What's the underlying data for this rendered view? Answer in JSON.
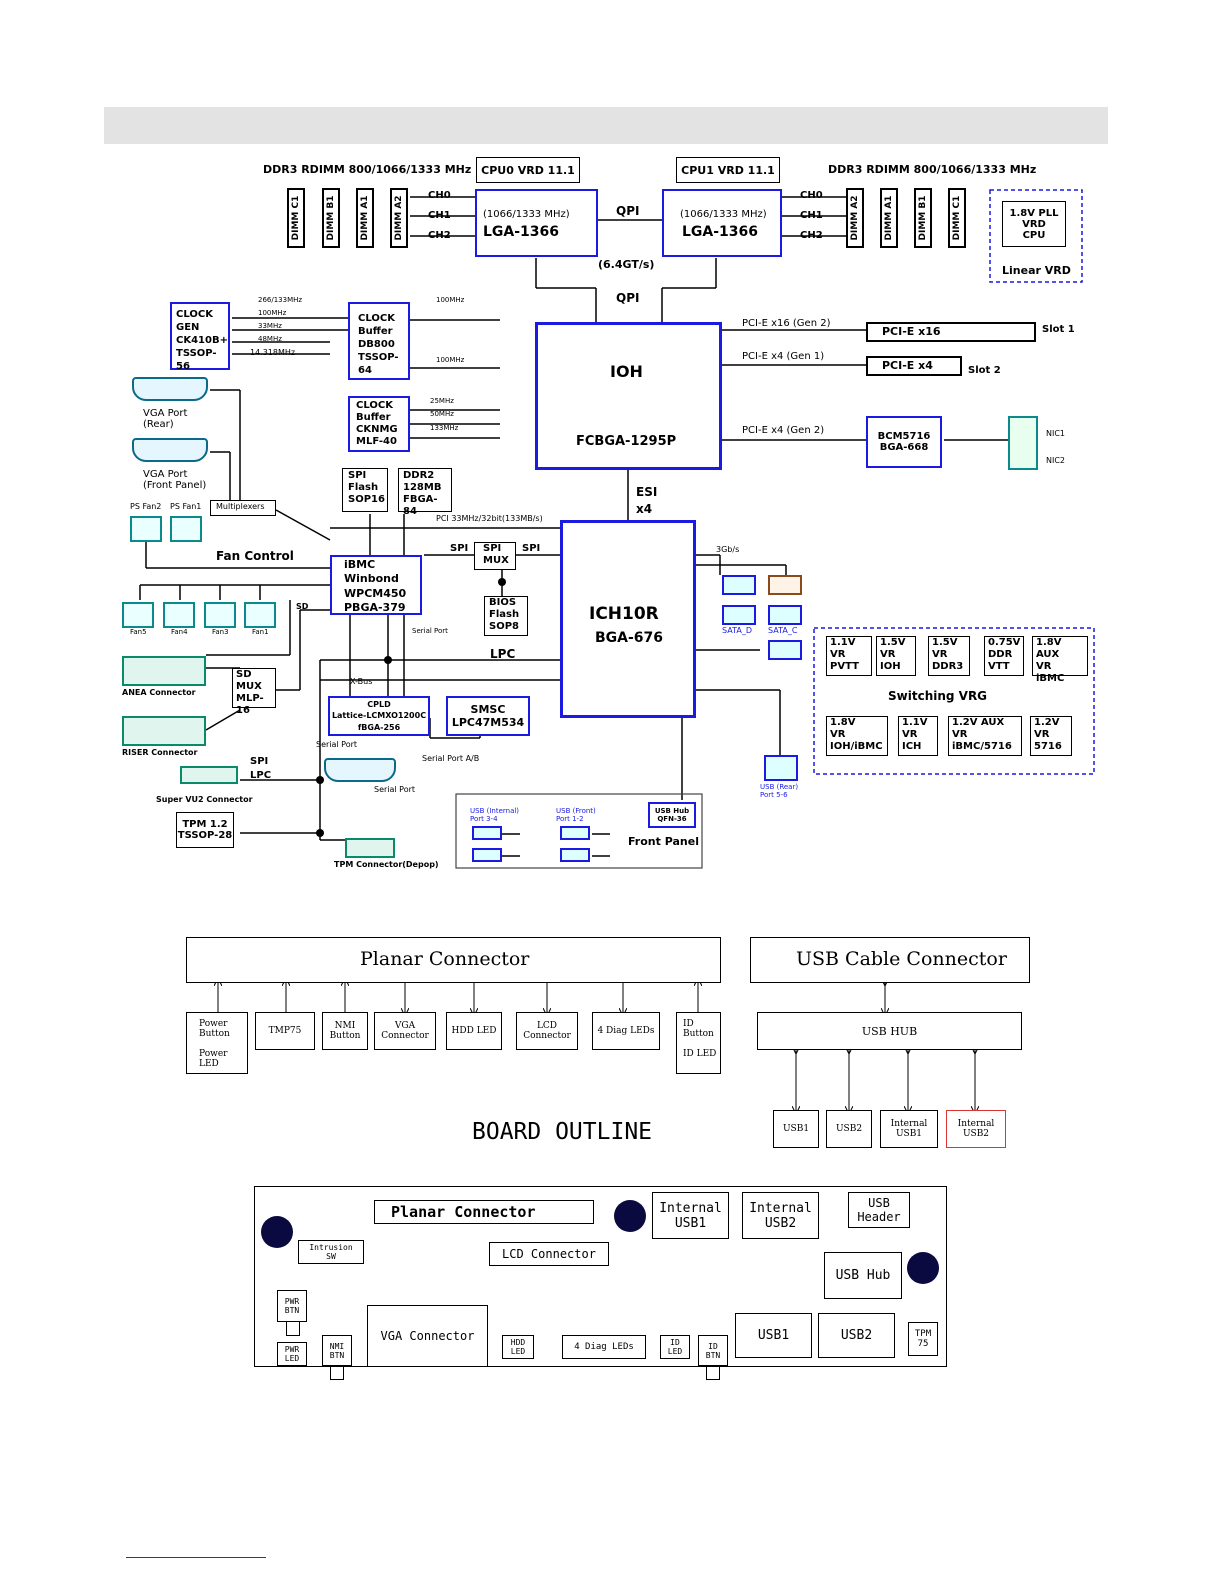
{
  "block": {
    "ddr_left": "DDR3 RDIMM 800/1066/1333 MHz",
    "ddr_right": "DDR3 RDIMM 800/1066/1333 MHz",
    "cpu0_vrd": "CPU0 VRD 11.1",
    "cpu1_vrd": "CPU1 VRD 11.1",
    "dimms_left": [
      "DIMM C1",
      "DIMM B1",
      "DIMM A1",
      "DIMM A2"
    ],
    "dimms_right": [
      "DIMM A2",
      "DIMM A1",
      "DIMM B1",
      "DIMM C1"
    ],
    "channels": [
      "CH0",
      "CH1",
      "CH2"
    ],
    "cpu_speed": "(1066/1333 MHz)",
    "cpu_socket": "LGA-1366",
    "qpi": "QPI",
    "qpi_rate": "(6.4GT/s)",
    "pll_vrd": "1.8V PLL\nVRD\nCPU",
    "linear_vrd": "Linear VRD",
    "clock_gen": "CLOCK\nGEN\nCK410B+\nTSSOP-56",
    "clock_buffer1": "CLOCK\nBuffer\nDB800\nTSSOP-64",
    "clock_buffer2": "CLOCK\nBuffer\nCKNMG\nMLF-40",
    "clk_freqs": [
      "266/133MHz",
      "100MHz",
      "33MHz",
      "48MHz",
      "14.318MHz"
    ],
    "clk2_freqs": [
      "25MHz",
      "50MHz",
      "133MHz"
    ],
    "clk1_freq": "100MHz",
    "vga_rear": "VGA Port\n(Rear)",
    "vga_front": "VGA Port\n(Front Panel)",
    "ioh": "IOH",
    "ioh_pkg": "FCBGA-1295P",
    "pcie_x16": "PCI-E x16 (Gen 2)",
    "pcie_x4_g1": "PCI-E x4 (Gen 1)",
    "pcie_x4_g2": "PCI-E x4 (Gen 2)",
    "slot1_box": "PCI-E x16",
    "slot2_box": "PCI-E x4",
    "slot1": "Slot 1",
    "slot2": "Slot 2",
    "bcm": "BCM5716\nBGA-668",
    "nic1": "NIC1",
    "nic2": "NIC2",
    "esi": "ESI\nx4",
    "ich": "ICH10R",
    "ich_pkg": "BGA-676",
    "spi_flash": "SPI\nFlash\nSOP16",
    "ddr2": "DDR2\n128MB\nFBGA-84",
    "pci_bus": "PCI 33MHz/32bit(133MB/s)",
    "fan_control": "Fan Control",
    "multiplexer": "Multiplexers",
    "ibmc": "iBMC\nWinbond\nWPCM450\nPBGA-379",
    "spi_mux": "SPI\nMUX",
    "spi": "SPI",
    "bios": "BIOS\nFlash\nSOP8",
    "lpc": "LPC",
    "sata_speed": "3Gb/s",
    "sata_labels": [
      "SATA_D",
      "SATA_C"
    ],
    "switching_vrg": "Switching VRG",
    "vr_top": [
      "1.1V\nVR\nPVTT",
      "1.5V\nVR\nIOH",
      "1.5V\nVR\nDDR3",
      "0.75V\nDDR\nVTT",
      "1.8V AUX\nVR\niBMC"
    ],
    "vr_bottom": [
      "1.8V\nVR\nIOH/iBMC",
      "1.1V\nVR\nICH",
      "1.2V AUX\nVR\niBMC/5716",
      "1.2V\nVR\n5716"
    ],
    "anea": "ANEA Connector",
    "riser": "RISER Connector",
    "sd": "SD",
    "sd_mux": "SD\nMUX\nMLP-16",
    "cpld": "CPLD\nLattice-LCMXO1200C\nfBGA-256",
    "smsc": "SMSC\nLPC47M534",
    "serial_port": "Serial Port",
    "serial_ab": "Serial Port A/B",
    "xbus": "X-Bus",
    "superio": "Super VU2 Connector",
    "tpm": "TPM 1.2\nTSSOP-28",
    "tpm_conn": "TPM Connector(Depop)",
    "usb_internal": "USB (Internal)\nPort 3-4",
    "usb_front": "USB (Front)\nPort 1-2",
    "usb_hub_small": "USB Hub\nQFN-36",
    "front_panel": "Front Panel",
    "usb_rear": "USB (Rear)\nPort 5-6",
    "fans": [
      "Fan5",
      "Fan4",
      "Fan3",
      "Fan1"
    ],
    "ps_fans": [
      "PS Fan2",
      "PS Fan1"
    ],
    "spi_side": "SPI",
    "lpc_side": "LPC"
  },
  "connectors": {
    "planar": "Planar Connector",
    "usb_cable": "USB Cable Connector",
    "planar_items": [
      "Power\nButton\n\nPower LED",
      "TMP75",
      "NMI\nButton",
      "VGA\nConnector",
      "HDD LED",
      "LCD\nConnector",
      "4 Diag LEDs",
      "ID\nButton\n\nID LED"
    ],
    "usb_hub": "USB HUB",
    "usb_items": [
      "USB1",
      "USB2",
      "Internal\nUSB1",
      "Internal\nUSB2"
    ]
  },
  "outline": {
    "title": "BOARD OUTLINE",
    "planar": "Planar Connector",
    "internal_usb1": "Internal\nUSB1",
    "internal_usb2": "Internal\nUSB2",
    "usb_header": "USB\nHeader",
    "intrusion": "Intrusion\nSW",
    "lcd": "LCD Connector",
    "usb_hub": "USB Hub",
    "pwr_btn": "PWR\nBTN",
    "pwr_led": "PWR\nLED",
    "nmi_btn": "NMI\nBTN",
    "vga": "VGA Connector",
    "hdd_led": "HDD\nLED",
    "diag": "4 Diag LEDs",
    "id_led": "ID\nLED",
    "id_btn": "ID\nBTN",
    "usb1": "USB1",
    "usb2": "USB2",
    "tpm75": "TPM\n75"
  }
}
